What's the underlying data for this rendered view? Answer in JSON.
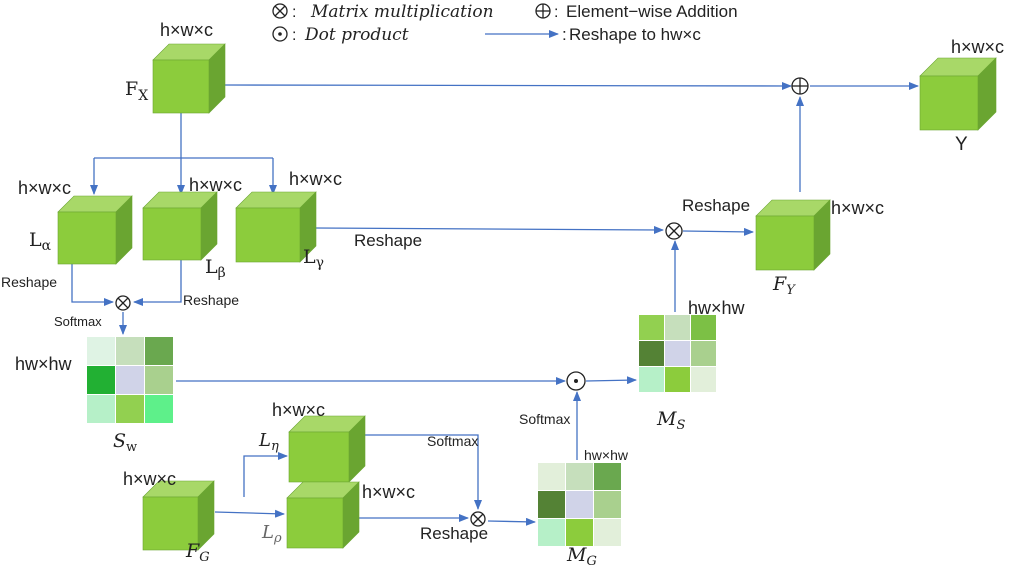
{
  "legend": {
    "matmul_text": "Matrix multiplication",
    "add_text": "Element−wise Addition",
    "dot_text": "Dot product",
    "reshape_text": "Reshape to hw×c",
    "matmul_prefix": ":",
    "add_prefix": ":",
    "dot_prefix": ":",
    "reshape_prefix": ":"
  },
  "nodes": {
    "fx": {
      "label": "F",
      "sub": "X",
      "dims": "h×w×c"
    },
    "y": {
      "label": "Y",
      "dims": "h×w×c"
    },
    "la": {
      "label": "L",
      "sub": "α",
      "dims": "h×w×c"
    },
    "lb": {
      "label": "L",
      "sub": "β",
      "dims": "h×w×c"
    },
    "lg": {
      "label": "L",
      "sub": "γ",
      "dims": "h×w×c"
    },
    "fy": {
      "label": "F",
      "sub": "Y",
      "dims": "h×w×c"
    },
    "sw": {
      "label": "S",
      "sub": "w",
      "dims": "hw×hw"
    },
    "ms": {
      "label": "M",
      "sub": "S",
      "dims": "hw×hw"
    },
    "leta": {
      "label": "L",
      "sub": "η",
      "dims": "h×w×c"
    },
    "lrho": {
      "label": "L",
      "sub": "ρ",
      "dims": "h×w×c"
    },
    "fg": {
      "label": "F",
      "sub": "G",
      "dims": "h×w×c"
    },
    "mg": {
      "label": "M",
      "sub": "G",
      "dims": "hw×hw"
    }
  },
  "edge_labels": {
    "reshape_lg": "Reshape",
    "reshape_fy": "Reshape",
    "reshape_la": "Reshape",
    "reshape_lb": "Reshape",
    "softmax_sw": "Softmax",
    "softmax_ms": "Softmax",
    "softmax_leta": "Softmax",
    "reshape_lrho": "Reshape"
  },
  "colors": {
    "cube_front": "#8ccc3c",
    "cube_top": "#a8d868",
    "cube_side": "#6aa531",
    "arrow": "#4472c4",
    "sw_grid": [
      "#dff3e4",
      "#c6dfbc",
      "#6aa84f",
      "#22b033",
      "#d0d3e8",
      "#a9d08e",
      "#b6f0c8",
      "#92d050",
      "#5ef08a"
    ],
    "ms_grid": [
      "#92d050",
      "#c6dfbc",
      "#7cc045",
      "#548235",
      "#d0d3e8",
      "#a9d08e",
      "#b6f0c8",
      "#8ccc3c",
      "#e2efda"
    ],
    "mg_grid": [
      "#e2efda",
      "#c6dfbc",
      "#6aa84f",
      "#548235",
      "#d0d3e8",
      "#a9d08e",
      "#b6f0c8",
      "#8ccc3c",
      "#e2efda"
    ]
  }
}
